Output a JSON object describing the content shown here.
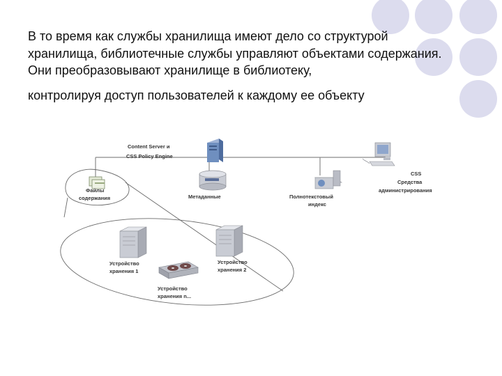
{
  "slide": {
    "paragraph_1": "В то время как службы хранилища имеют дело со структурой хранилища, библиотечные службы управляют объектами содержания. Они преобразовывают хранилище в библиотеку,",
    "paragraph_2": "контролируя доступ пользователей к каждому ее объекту"
  },
  "diagram": {
    "server_label_1": "Content Server и",
    "server_label_2": "CSS Policy Engine",
    "content_files_label_1": "Файлы",
    "content_files_label_2": "содержания",
    "metadata_label": "Метаданные",
    "fulltext_label_1": "Полнотекстовый",
    "fulltext_label_2": "индекс",
    "admin_label_1": "CSS",
    "admin_label_2": "Средства",
    "admin_label_3": "администрирования",
    "storage1_label_1": "Устройство",
    "storage1_label_2": "хранения 1",
    "storage2_label_1": "Устройство",
    "storage2_label_2": "хранения 2",
    "storagen_label_1": "Устройство",
    "storagen_label_2": "хранения n..."
  },
  "colors": {
    "decor_circle": "#dcdcee",
    "device_gray": "#c9ccd4",
    "device_blue": "#6f8fbf",
    "lines": "#8a8a8a"
  }
}
